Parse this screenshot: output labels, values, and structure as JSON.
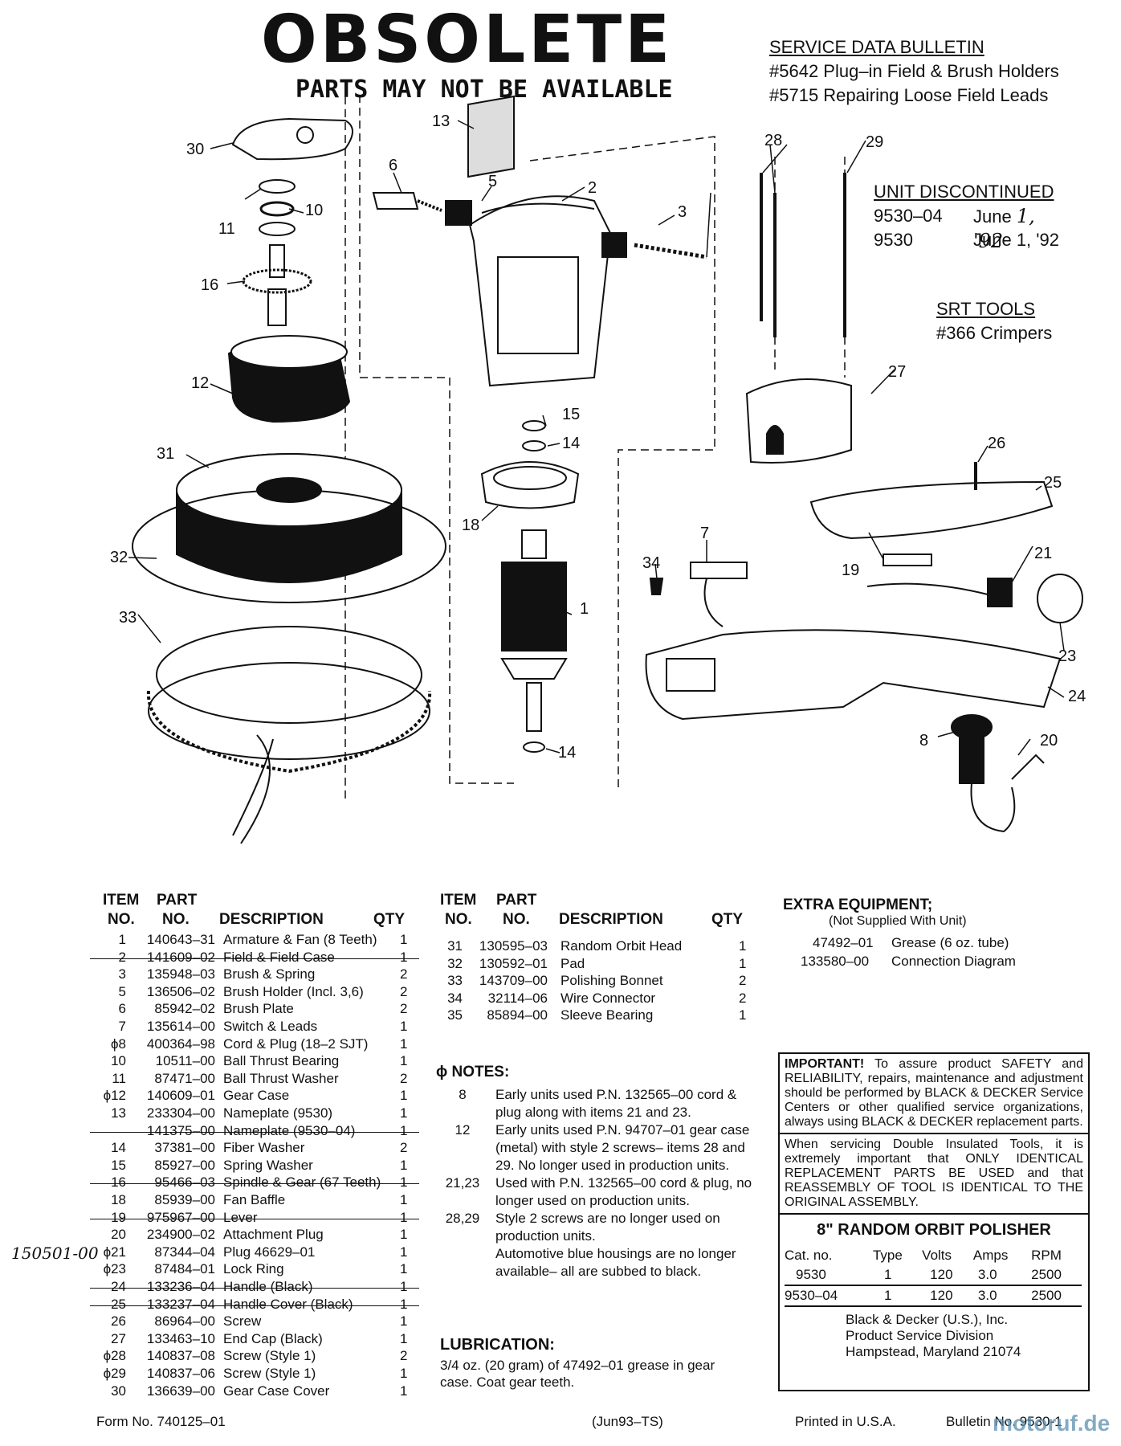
{
  "header": {
    "stamp": "OBSOLETE",
    "stamp_sub": "PARTS MAY NOT BE AVAILABLE",
    "service_title": "SERVICE DATA BULLETIN",
    "service_lines": [
      "#5642 Plug–in Field & Brush Holders",
      "#5715 Repairing Loose Field Leads"
    ],
    "discontinued_title": "UNIT DISCONTINUED",
    "discontinued": [
      {
        "model": "9530–04",
        "date": "June 1, '92"
      },
      {
        "model": "9530",
        "date": "June 1, '92"
      }
    ],
    "srt_title": "SRT TOOLS",
    "srt_item": "#366 Crimpers"
  },
  "diagram_labels": [
    "1",
    "2",
    "3",
    "5",
    "6",
    "7",
    "8",
    "10",
    "11",
    "12",
    "13",
    "14",
    "14",
    "15",
    "16",
    "18",
    "19",
    "20",
    "21",
    "23",
    "24",
    "25",
    "26",
    "27",
    "28",
    "29",
    "30",
    "31",
    "32",
    "33",
    "34"
  ],
  "parts_left": {
    "headers": {
      "item": "ITEM",
      "no": "NO.",
      "part": "PART",
      "part_no": "NO.",
      "desc": "DESCRIPTION",
      "qty": "QTY"
    },
    "rows": [
      {
        "item": "1",
        "part": "140643–31",
        "desc": "Armature & Fan (8 Teeth)",
        "qty": "1",
        "struck": false
      },
      {
        "item": "2",
        "part": "141609–02",
        "desc": "Field & Field Case",
        "qty": "1",
        "struck": true
      },
      {
        "item": "3",
        "part": "135948–03",
        "desc": "Brush & Spring",
        "qty": "2",
        "struck": false
      },
      {
        "item": "5",
        "part": "136506–02",
        "desc": "Brush Holder (Incl. 3,6)",
        "qty": "2",
        "struck": false
      },
      {
        "item": "6",
        "part": "85942–02",
        "desc": "Brush Plate",
        "qty": "2",
        "struck": false
      },
      {
        "item": "7",
        "part": "135614–00",
        "desc": "Switch & Leads",
        "qty": "1",
        "struck": false
      },
      {
        "item": "ϕ8",
        "part": "400364–98",
        "desc": "Cord & Plug (18–2 SJT)",
        "qty": "1",
        "struck": false
      },
      {
        "item": "10",
        "part": "10511–00",
        "desc": "Ball Thrust Bearing",
        "qty": "1",
        "struck": false
      },
      {
        "item": "11",
        "part": "87471–00",
        "desc": "Ball Thrust Washer",
        "qty": "2",
        "struck": false
      },
      {
        "item": "ϕ12",
        "part": "140609–01",
        "desc": "Gear Case",
        "qty": "1",
        "struck": false
      },
      {
        "item": "13",
        "part": "233304–00",
        "desc": "Nameplate (9530)",
        "qty": "1",
        "struck": false
      },
      {
        "item": "",
        "part": "141375–00",
        "desc": "Nameplate (9530–04)",
        "qty": "1",
        "struck": true
      },
      {
        "item": "14",
        "part": "37381–00",
        "desc": "Fiber Washer",
        "qty": "2",
        "struck": false
      },
      {
        "item": "15",
        "part": "85927–00",
        "desc": "Spring Washer",
        "qty": "1",
        "struck": false
      },
      {
        "item": "16",
        "part": "95466–03",
        "desc": "Spindle & Gear (67 Teeth)",
        "qty": "1",
        "struck": true
      },
      {
        "item": "18",
        "part": "85939–00",
        "desc": "Fan Baffle",
        "qty": "1",
        "struck": false
      },
      {
        "item": "19",
        "part": "975967–00",
        "desc": "Lever",
        "qty": "1",
        "struck": true
      },
      {
        "item": "20",
        "part": "234900–02",
        "desc": "Attachment Plug",
        "qty": "1",
        "struck": false
      },
      {
        "item": "ϕ21",
        "part": "87344–04",
        "desc": "Plug  46629–01",
        "qty": "1",
        "struck": false
      },
      {
        "item": "ϕ23",
        "part": "87484–01",
        "desc": "Lock Ring",
        "qty": "1",
        "struck": false
      },
      {
        "item": "24",
        "part": "133236–04",
        "desc": "Handle (Black)",
        "qty": "1",
        "struck": true
      },
      {
        "item": "25",
        "part": "133237–04",
        "desc": "Handle Cover (Black)",
        "qty": "1",
        "struck": true
      },
      {
        "item": "26",
        "part": "86964–00",
        "desc": "Screw",
        "qty": "1",
        "struck": false
      },
      {
        "item": "27",
        "part": "133463–10",
        "desc": "End Cap (Black)",
        "qty": "1",
        "struck": false
      },
      {
        "item": "ϕ28",
        "part": "140837–08",
        "desc": "Screw (Style 1)",
        "qty": "2",
        "struck": false
      },
      {
        "item": "ϕ29",
        "part": "140837–06",
        "desc": "Screw (Style 1)",
        "qty": "1",
        "struck": false
      },
      {
        "item": "30",
        "part": "136639–00",
        "desc": "Gear Case Cover",
        "qty": "1",
        "struck": false
      }
    ],
    "handwritten_note": "150501-00"
  },
  "parts_right": {
    "rows": [
      {
        "item": "31",
        "part": "130595–03",
        "desc": "Random Orbit Head",
        "qty": "1"
      },
      {
        "item": "32",
        "part": "130592–01",
        "desc": "Pad",
        "qty": "1"
      },
      {
        "item": "33",
        "part": "143709–00",
        "desc": "Polishing Bonnet",
        "qty": "2"
      },
      {
        "item": "34",
        "part": "32114–06",
        "desc": "Wire Connector",
        "qty": "2"
      },
      {
        "item": "35",
        "part": "85894–00",
        "desc": "Sleeve Bearing",
        "qty": "1"
      }
    ]
  },
  "extra_equipment": {
    "title": "EXTRA EQUIPMENT;",
    "subtitle": "(Not Supplied With Unit)",
    "rows": [
      {
        "part": "47492–01",
        "desc": "Grease (6 oz. tube)"
      },
      {
        "part": "133580–00",
        "desc": "Connection Diagram"
      }
    ]
  },
  "notes": {
    "title": "ϕ NOTES:",
    "items": [
      {
        "num": "8",
        "text": "Early units used P.N. 132565–00 cord & plug along with items 21 and 23."
      },
      {
        "num": "12",
        "text": "Early units used P.N. 94707–01 gear case (metal) with style 2 screws– items 28 and 29. No longer used in production units."
      },
      {
        "num": "21,23",
        "text": "Used with P.N. 132565–00 cord & plug, no longer used on production units."
      },
      {
        "num": "28,29",
        "text": "Style 2 screws are no longer used on production units."
      },
      {
        "num": "",
        "text": "Automotive blue housings are no longer available– all are subbed to black."
      }
    ]
  },
  "lubrication": {
    "title": "LUBRICATION:",
    "text": "3/4 oz. (20 gram) of 47492–01 grease in gear case. Coat gear teeth."
  },
  "important_box": {
    "p1_bold": "IMPORTANT!",
    "p1": " To assure product SAFETY and RELIABILITY, repairs, maintenance and adjustment should be performed by BLACK & DECKER Service Centers or other qualified service organizations, always using BLACK & DECKER replacement parts.",
    "p2": "When servicing Double Insulated Tools, it is extremely important that ONLY IDENTICAL REPLACEMENT PARTS BE USED and that REASSEMBLY OF TOOL IS IDENTICAL TO THE ORIGINAL ASSEMBLY.",
    "product_title": "8\" RANDOM ORBIT POLISHER",
    "spec_headers": [
      "Cat. no.",
      "Type",
      "Volts",
      "Amps",
      "RPM"
    ],
    "spec_rows": [
      [
        "9530",
        "1",
        "120",
        "3.0",
        "2500"
      ],
      [
        "9530–04",
        "1",
        "120",
        "3.0",
        "2500"
      ]
    ],
    "address": [
      "Black & Decker (U.S.), Inc.",
      "Product Service Division",
      "Hampstead, Maryland 21074"
    ]
  },
  "footer": {
    "form_no": "Form No. 740125–01",
    "date_code": "(Jun93–TS)",
    "printed": "Printed in U.S.A.",
    "bulletin": "Bulletin No. 9530-1",
    "watermark": "motoruf.de"
  }
}
